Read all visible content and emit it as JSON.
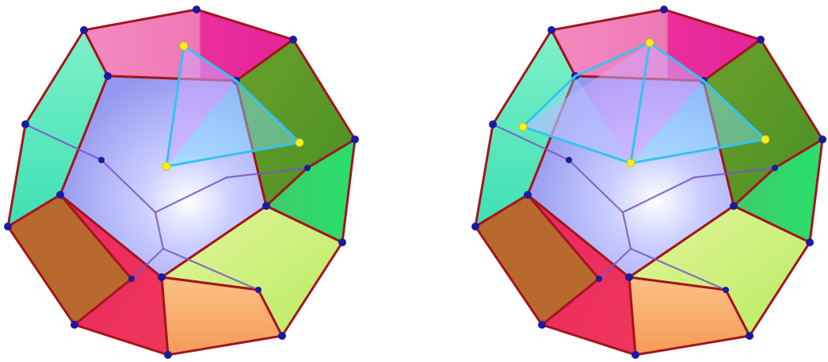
{
  "figure": {
    "panels": [
      {
        "id": "left",
        "variant": "single-pyramid"
      },
      {
        "id": "right",
        "variant": "double-pyramid"
      }
    ],
    "colors": {
      "edge": "#a3151c",
      "vertex": "#1a1a9e",
      "pyramid_edge": "#33c4f2",
      "pyramid_apex": "#f6ef1f",
      "face_top": "#f16fb6",
      "face_upper_left": "#54e7b9",
      "face_upper_right": "#5e9f2c",
      "face_right": "#35e072",
      "face_left": "#b9692f",
      "face_bottom_left": "#e72c59",
      "face_bottom": "#f8a766",
      "face_lower_right": "#c5ef73",
      "face_center": "#aab0f6"
    }
  }
}
